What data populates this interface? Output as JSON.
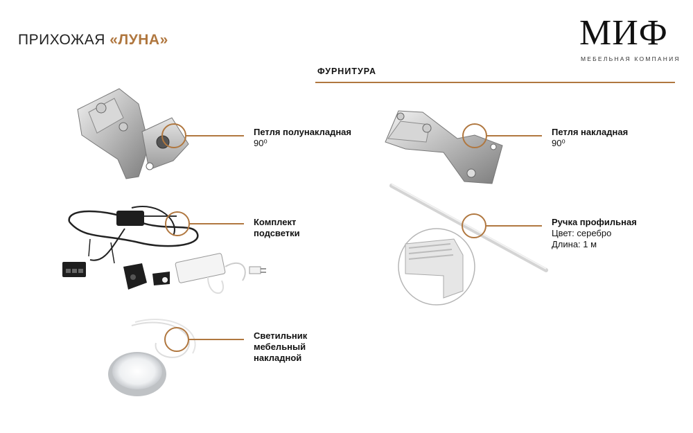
{
  "header": {
    "title_prefix": "ПРИХОЖАЯ ",
    "title_accent": "«ЛУНА»"
  },
  "logo": {
    "text": "МИФ",
    "subtitle": "МЕБЕЛЬНАЯ КОМПАНИЯ"
  },
  "section": {
    "title": "ФУРНИТУРА"
  },
  "items": [
    {
      "name": "Петля полунакладная",
      "detail": "90⁰"
    },
    {
      "name": "Комплект",
      "name2": "подсветки"
    },
    {
      "name": "Светильник",
      "name2": "мебельный",
      "name3": "накладной"
    },
    {
      "name": "Петля накладная",
      "detail": "90⁰"
    },
    {
      "name": "Ручка профильная",
      "detail": "Цвет: серебро",
      "detail2": "Длина: 1 м"
    }
  ],
  "colors": {
    "accent": "#b0773f",
    "text": "#111111"
  }
}
